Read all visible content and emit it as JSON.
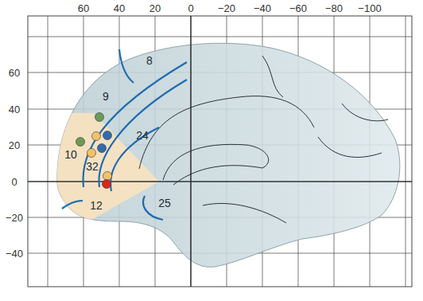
{
  "diagram": {
    "labels": [
      "60",
      "40",
      "20",
      "0",
      "−20",
      "−40",
      "−60",
      "−80",
      "−100",
      "60",
      "40",
      "20",
      "0",
      "−20",
      "−40",
      "8",
      "9",
      "10",
      "24",
      "32",
      "25",
      "12"
    ]
  }
}
